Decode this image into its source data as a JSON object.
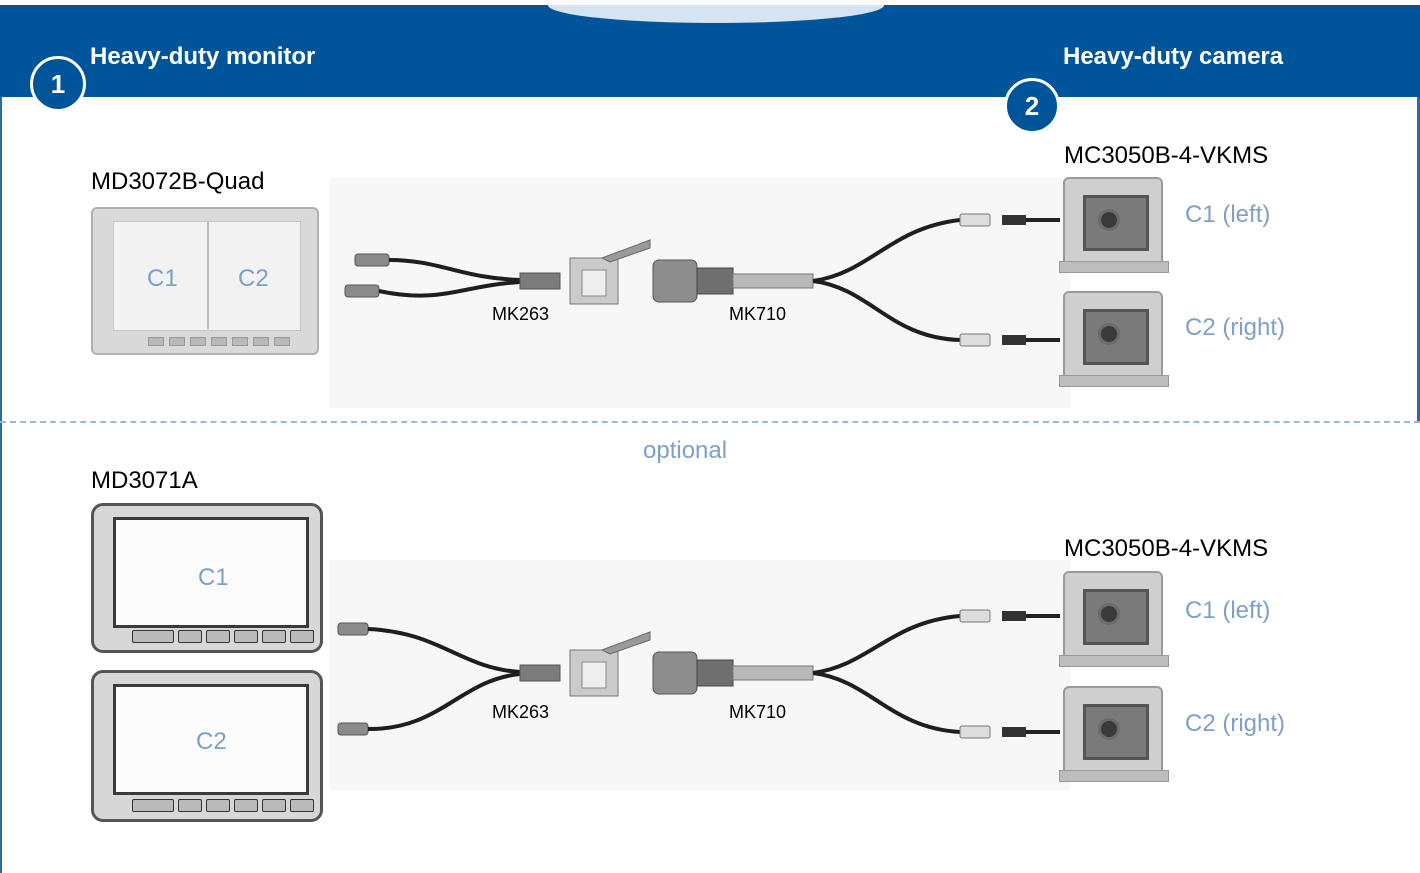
{
  "header": {
    "left_title": "Heavy-duty monitor",
    "right_title": "Heavy-duty camera"
  },
  "badges": {
    "left": "1",
    "right": "2"
  },
  "top_row": {
    "monitor_model": "MD3072B-Quad",
    "screen_labels": [
      "C1",
      "C2"
    ],
    "adapter_label": "MK263",
    "cable_label": "MK710",
    "camera_model": "MC3050B-4-VKMS",
    "camera_labels": [
      "C1 (left)",
      "C2 (right)"
    ]
  },
  "optional_label": "optional",
  "bottom_row": {
    "monitor_model": "MD3071A",
    "screen_labels": [
      "C1",
      "C2"
    ],
    "adapter_label": "MK263",
    "cable_label": "MK710",
    "camera_model": "MC3050B-4-VKMS",
    "camera_labels": [
      "C1 (left)",
      "C2 (right)"
    ]
  },
  "colors": {
    "header_blue": "#00559a",
    "label_blue": "#7d9fc8",
    "divider": "#9cb8d3"
  }
}
